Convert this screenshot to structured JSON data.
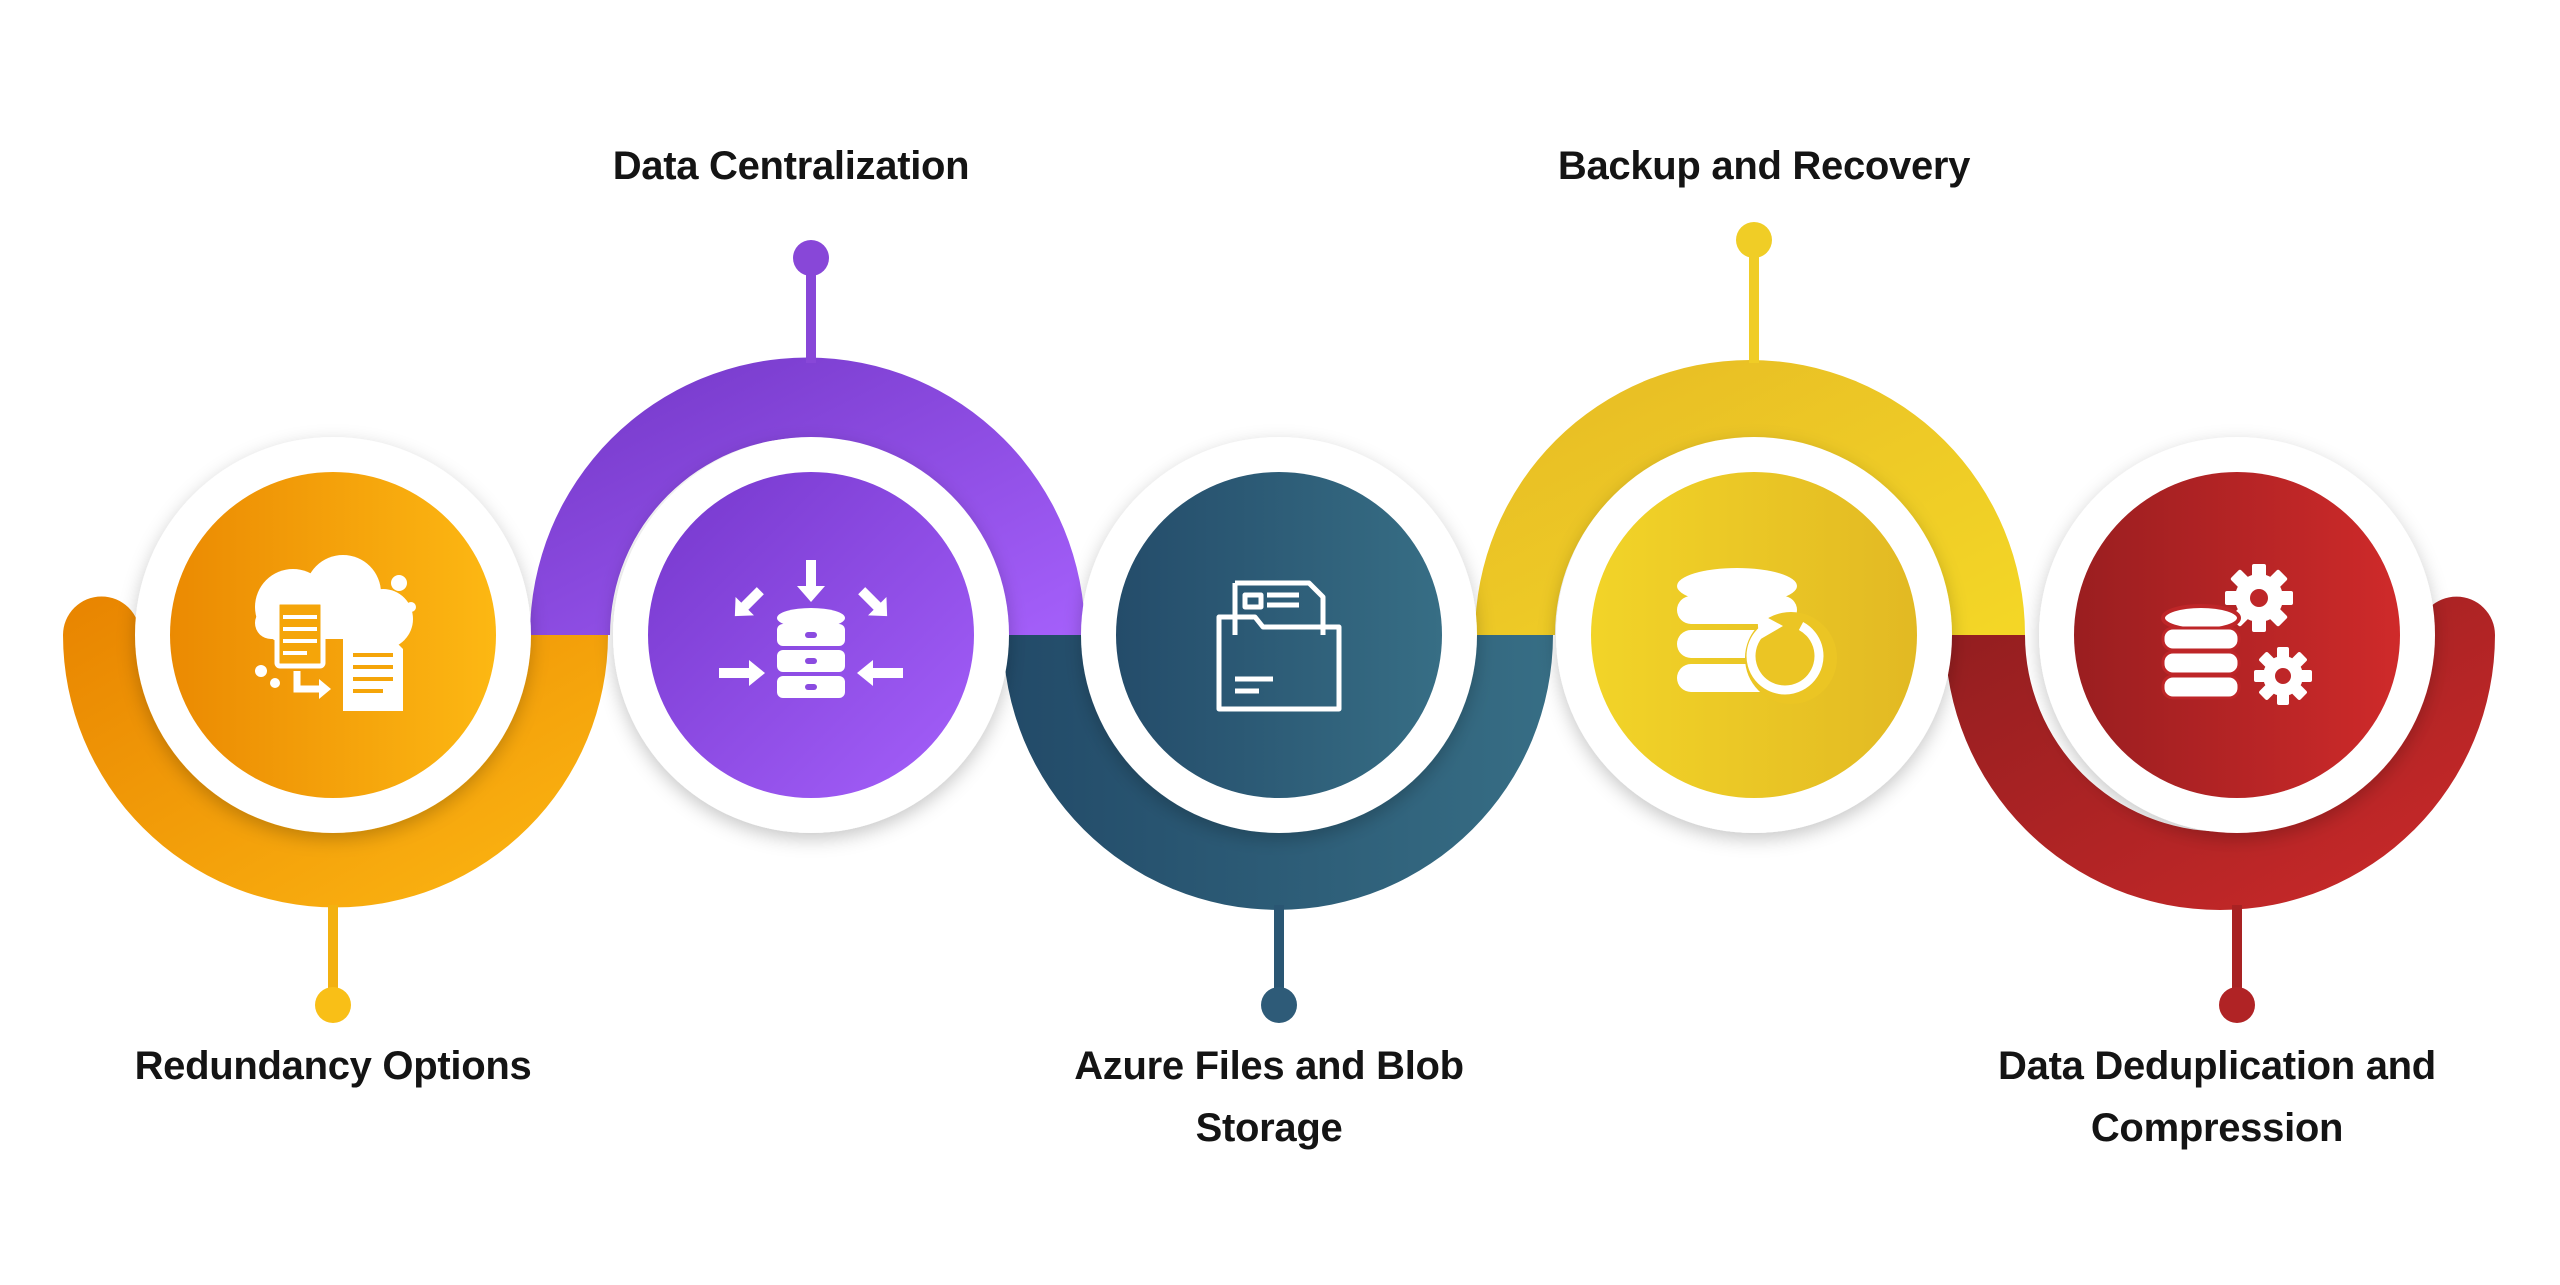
{
  "steps": [
    {
      "label": "Redundancy Options",
      "icon": "cloud-documents-icon",
      "color_dark": "#E88400",
      "color_light": "#FDB813",
      "arc": "bottom"
    },
    {
      "label": "Data Centralization",
      "icon": "database-centralize-icon",
      "color_dark": "#7B3FD0",
      "color_light": "#A560FB",
      "arc": "top"
    },
    {
      "label": "Azure Files and Blob Storage",
      "icon": "folder-files-icon",
      "color_dark": "#224A68",
      "color_light": "#376E85",
      "arc": "bottom"
    },
    {
      "label": "Backup and Recovery",
      "icon": "database-backup-icon",
      "color_dark": "#E6BA25",
      "color_light": "#F4D726",
      "arc": "top"
    },
    {
      "label": "Data Deduplication and Compression",
      "icon": "database-gears-icon",
      "color_dark": "#8F1D1F",
      "color_light": "#CE2A2A",
      "arc": "bottom"
    }
  ]
}
